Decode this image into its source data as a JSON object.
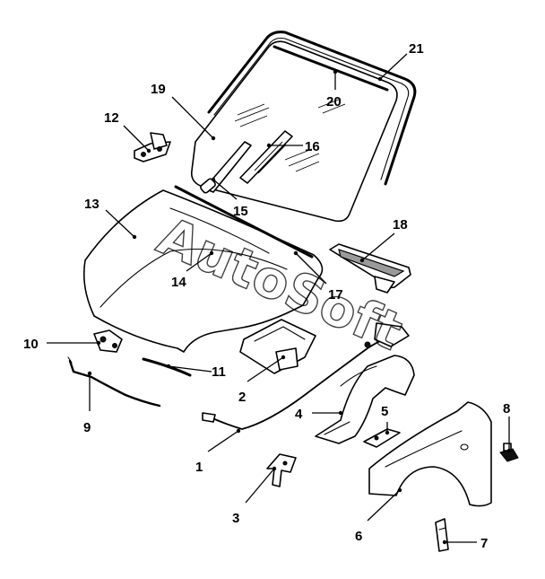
{
  "watermark": "AutoSoft",
  "callouts": [
    {
      "id": "1",
      "label": "1"
    },
    {
      "id": "2",
      "label": "2"
    },
    {
      "id": "3",
      "label": "3"
    },
    {
      "id": "4",
      "label": "4"
    },
    {
      "id": "5",
      "label": "5"
    },
    {
      "id": "6",
      "label": "6"
    },
    {
      "id": "7",
      "label": "7"
    },
    {
      "id": "8",
      "label": "8"
    },
    {
      "id": "9",
      "label": "9"
    },
    {
      "id": "10",
      "label": "10"
    },
    {
      "id": "11",
      "label": "11"
    },
    {
      "id": "12",
      "label": "12"
    },
    {
      "id": "13",
      "label": "13"
    },
    {
      "id": "14",
      "label": "14"
    },
    {
      "id": "15",
      "label": "15"
    },
    {
      "id": "16",
      "label": "16"
    },
    {
      "id": "17",
      "label": "17"
    },
    {
      "id": "18",
      "label": "18"
    },
    {
      "id": "19",
      "label": "19"
    },
    {
      "id": "20",
      "label": "20"
    },
    {
      "id": "21",
      "label": "21"
    }
  ]
}
